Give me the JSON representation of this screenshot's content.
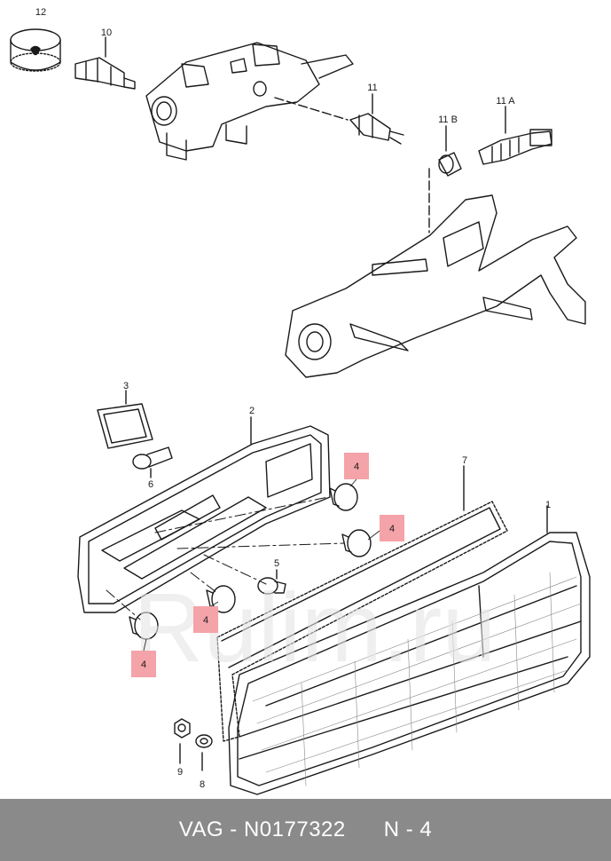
{
  "callouts": {
    "c12": "12",
    "c10": "10",
    "c11": "11",
    "c11b": "11 B",
    "c11a": "11 A",
    "c3": "3",
    "c2": "2",
    "c7": "7",
    "c6": "6",
    "c1": "1",
    "c5": "5",
    "c9": "9",
    "c8": "8",
    "c4a": "4",
    "c4b": "4",
    "c4c": "4",
    "c4d": "4"
  },
  "watermark": "Rulim.ru",
  "footer": {
    "text": "VAG - N0177322      N - 4"
  },
  "colors": {
    "highlight": "#f4a3a8",
    "footer_bg": "#8a8a8a",
    "ink": "#1a1a1a",
    "watermark": "#e6e6e6"
  }
}
